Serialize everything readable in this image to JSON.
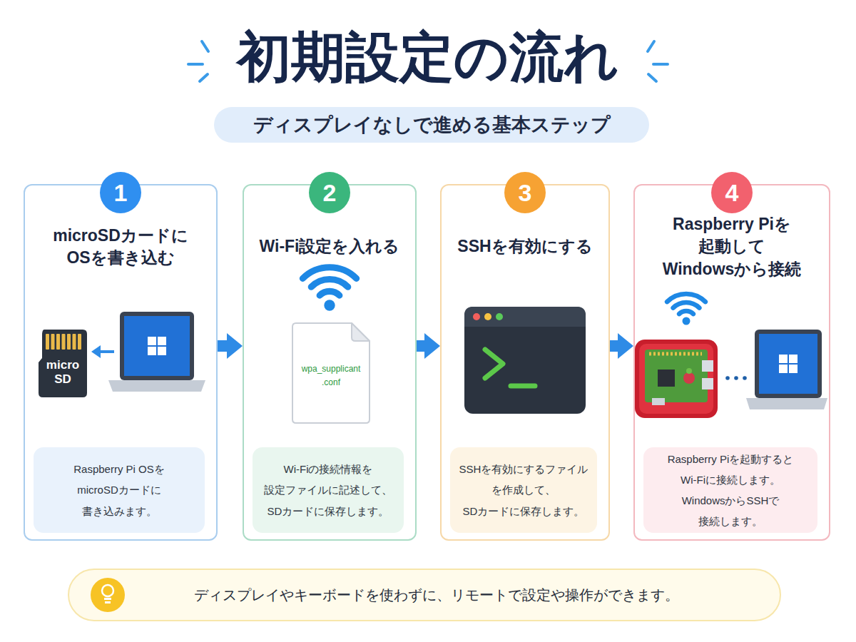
{
  "diagram": {
    "title": "初期設定の流れ",
    "nodes": [
      {
        "text": [
          "ディスプレイなしで進める基本ステップ"
        ]
      },
      {
        "text": [
          "microSDカードに OSを書き込む"
        ]
      },
      {
        "text": [
          "1"
        ],
        "in": 1
      },
      {
        "text": [
          "micro SD"
        ],
        "in": 1
      },
      {
        "text": [
          "Raspberry Pi OSを microSDカードに 書き込みます。"
        ],
        "in": 1
      },
      {
        "text": [
          "Wi-Fi設定を入れる"
        ]
      },
      {
        "text": [
          "2"
        ],
        "in": 5
      },
      {
        "text": [
          "wpa_supplicant .conf"
        ],
        "in": 5
      },
      {
        "text": [
          "Wi-Fiの接続情報を 設定ファイルに記述して、 SDカードに保存します。"
        ],
        "in": 5
      },
      {
        "text": [
          "SSHを有効にする"
        ]
      },
      {
        "text": [
          "3"
        ],
        "in": 9
      },
      {
        "text": [
          "SSHを有効にするファイル を作成して、 SDカードに保存します。"
        ],
        "in": 9
      },
      {
        "text": [
          "Raspberry Piを 起動して Windowsから接続"
        ]
      },
      {
        "text": [
          "4"
        ],
        "in": 12
      },
      {
        "text": [
          "Raspberry Piを起動すると Wi-Fiに接続します。 WindowsからSSHで 接続します。"
        ],
        "in": 12
      },
      {
        "text": [
          "ディスプレイやキーボードを使わずに、リモートで設定や操作ができます。"
        ]
      }
    ],
    "edges": [
      {
        "from": 1,
        "to": 5,
        "arrow": "to"
      },
      {
        "from": 5,
        "to": 9,
        "arrow": "to"
      },
      {
        "from": 9,
        "to": 12,
        "arrow": "to"
      }
    ]
  }
}
